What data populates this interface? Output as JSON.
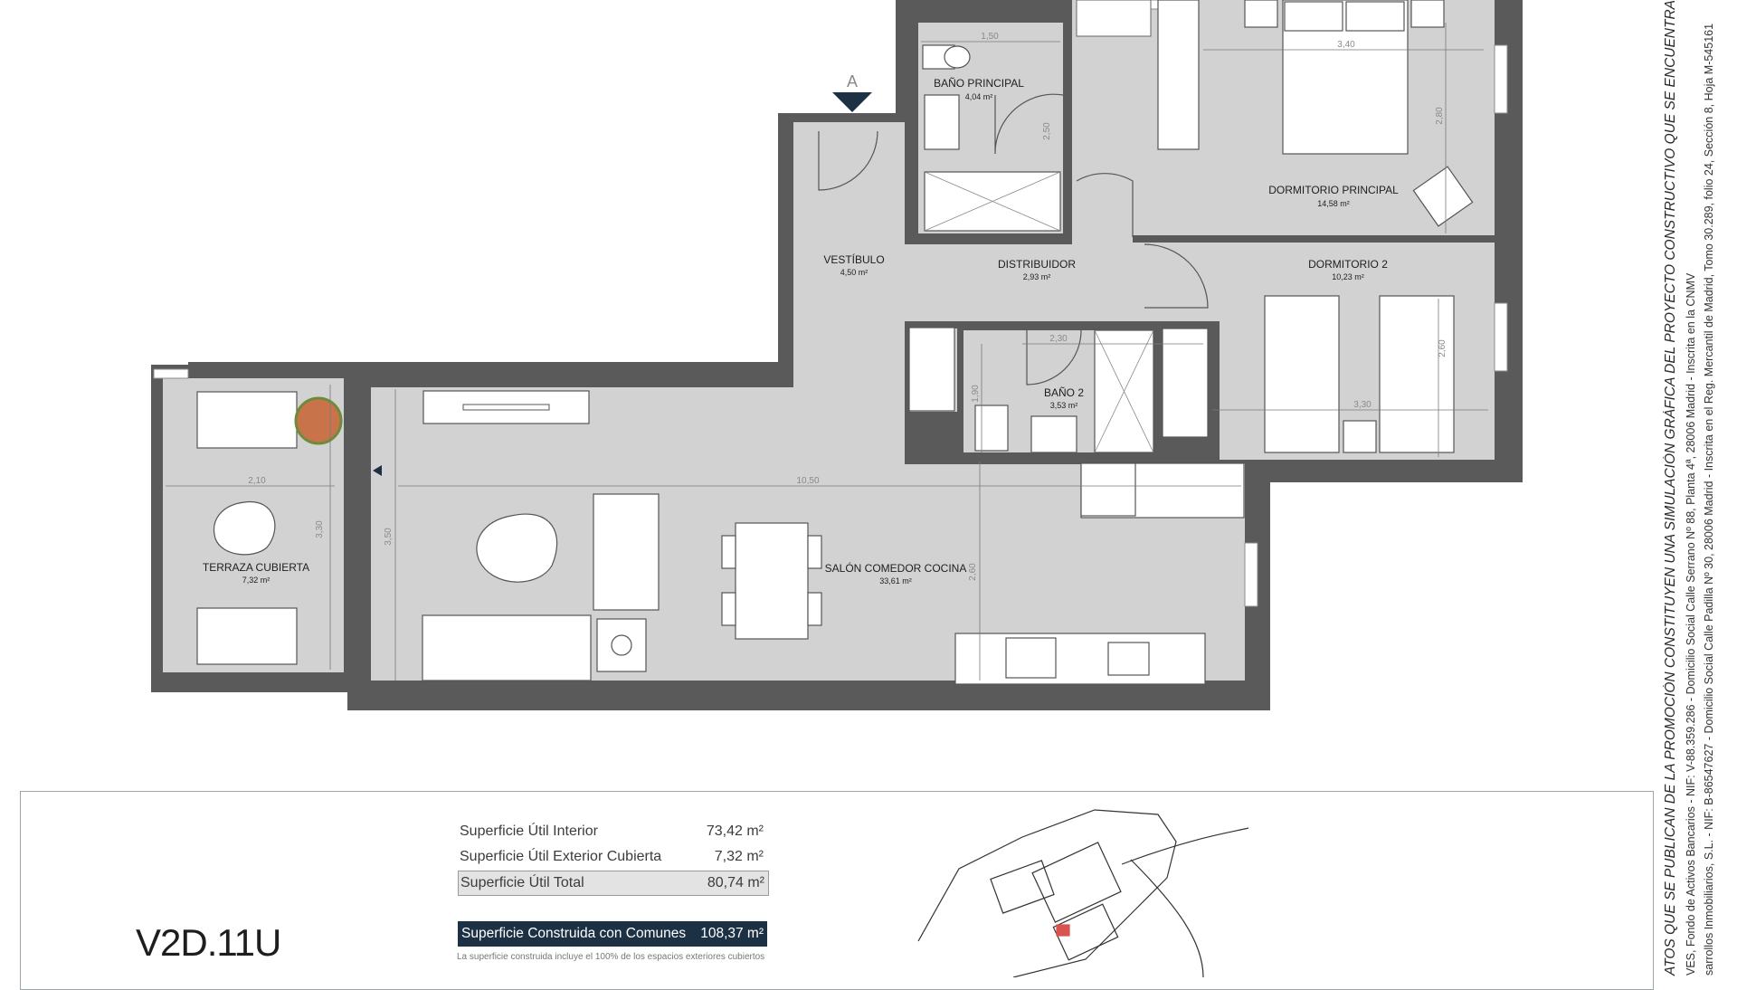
{
  "section_marker": "A",
  "rooms": {
    "bano_principal": {
      "name": "BAÑO PRINCIPAL",
      "area": "4,04 m²"
    },
    "dormitorio_principal": {
      "name": "DORMITORIO PRINCIPAL",
      "area": "14,58 m²"
    },
    "vestibulo": {
      "name": "VESTÍBULO",
      "area": "4,50 m²"
    },
    "distribuidor": {
      "name": "DISTRIBUIDOR",
      "area": "2,93 m²"
    },
    "dormitorio_2": {
      "name": "DORMITORIO 2",
      "area": "10,23 m²"
    },
    "bano_2": {
      "name": "BAÑO 2",
      "area": "3,53 m²"
    },
    "terraza": {
      "name": "TERRAZA CUBIERTA",
      "area": "7,32 m²"
    },
    "salon": {
      "name": "SALÓN COMEDOR COCINA",
      "area": "33,61 m²"
    }
  },
  "dimensions": {
    "bano_principal_width": "1,50",
    "bano_principal_height": "2,50",
    "dormitorio_principal_width": "3,40",
    "dormitorio_principal_height": "2,80",
    "bano_2_width": "2,30",
    "bano_2_height": "1,90",
    "dormitorio_2_width": "3,30",
    "dormitorio_2_height": "2,60",
    "terraza_width": "2,10",
    "terraza_height": "3,30",
    "salon_width": "10,50",
    "salon_height_left": "3,50",
    "salon_height_right": "2,60"
  },
  "surfaces": {
    "interior_label": "Superficie Útil Interior",
    "interior_value": "73,42 m²",
    "exterior_label": "Superficie Útil Exterior Cubierta",
    "exterior_value": "7,32 m²",
    "total_label": "Superficie Útil Total",
    "total_value": "80,74 m²",
    "built_label": "Superficie Construida con Comunes",
    "built_value": "108,37 m²",
    "footnote": "La superficie construida incluye el 100% de los espacios exteriores cubiertos"
  },
  "unit_code": "V2D.11U",
  "disclaimer": {
    "main": "ATOS QUE SE PUBLICAN DE LA PROMOCIÓN CONSTITUYEN UNA SIMULACIÓN GRÁFICA DEL PROYECTO CONSTRUCTIVO QUE SE ENCUENTRA EN FASE DE PROYE",
    "line2": "VES, Fondo de Activos Bancarios - NIF: V-88.359.286 - Domicilio Social Calle Serrano Nº 88, Planta 4ª, 28006 Madrid - Inscrita en la CNMV",
    "line3": "sarrollos Inmobiliarios, S.L. - NIF: B-86547627 - Domicilio Social Calle Padilla Nº 30, 28006 Madrid - Inscrita en el Reg. Mercantil de Madrid, Tomo 30.289, folio 24, Sección 8, Hoja M-545161"
  },
  "colors": {
    "wall": "#5a5a5a",
    "floor": "#d2d2d2",
    "accent": "#1d3145"
  }
}
